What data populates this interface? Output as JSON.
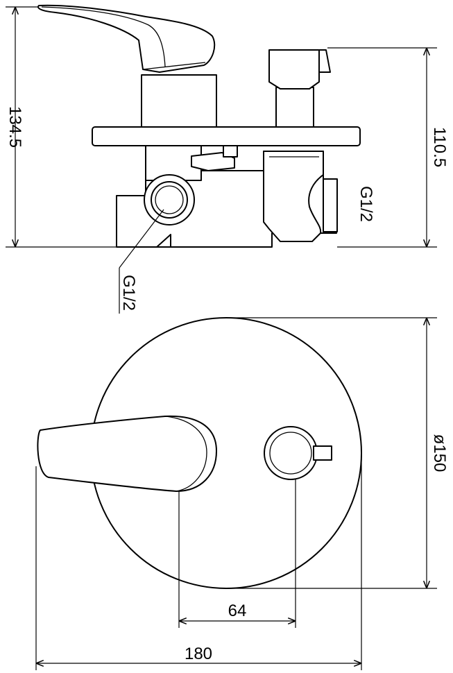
{
  "drawing": {
    "side_view": {
      "height_overall": "134.5",
      "height_above_plate": "110.5",
      "thread_right": "G1/2",
      "thread_bottom": "G1/2"
    },
    "front_view": {
      "diameter": "ø150",
      "center_distance": "64",
      "overall_width": "180"
    }
  }
}
